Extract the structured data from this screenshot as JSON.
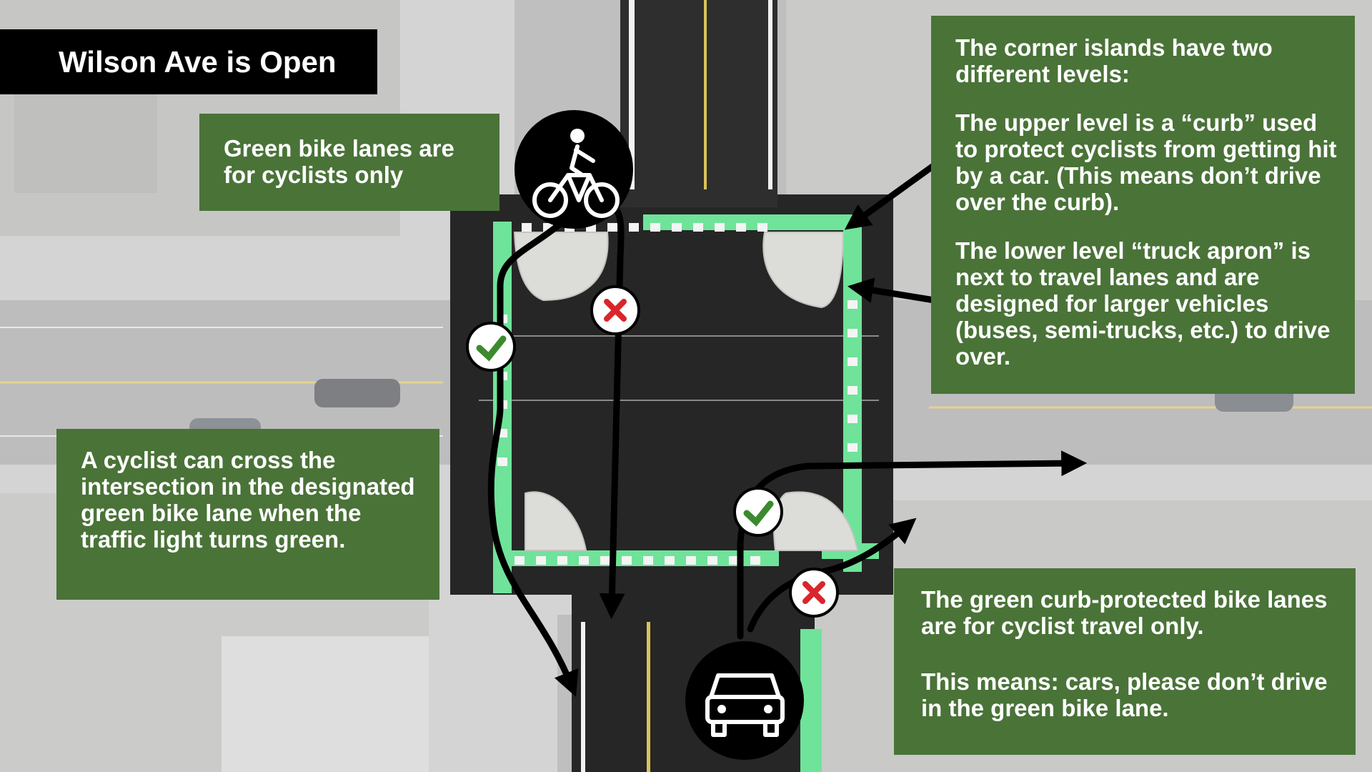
{
  "title": "Wilson Ave is Open",
  "callouts": {
    "green_lanes": "Green bike lanes are for cyclists only",
    "islands_intro": "The corner islands have two different levels:",
    "islands_upper": "The upper level is a “curb” used to protect cyclists from getting hit by a car. (This means don’t drive over the curb).",
    "islands_lower": "The lower level “truck apron” is next to travel lanes and are designed for larger vehicles (buses, semi-trucks, etc.) to drive over.",
    "cyclist_cross": "A cyclist can cross the intersection in the designated green bike lane when the traffic light turns green.",
    "curb_lanes": "The green curb-protected bike lanes are for cyclist travel only.",
    "curb_means": "This means: cars, please don’t drive in the green bike lane."
  },
  "icons": {
    "cyclist": "bicycle-rider-icon",
    "car": "car-front-icon",
    "allowed": "checkmark-icon",
    "not_allowed": "x-icon"
  },
  "colors": {
    "bike_lane_green": "#6fe39a",
    "callout_green": "#4a7338",
    "asphalt": "#262626",
    "allowed_check": "#3c8a2e",
    "not_allowed_x": "#d9262c"
  }
}
